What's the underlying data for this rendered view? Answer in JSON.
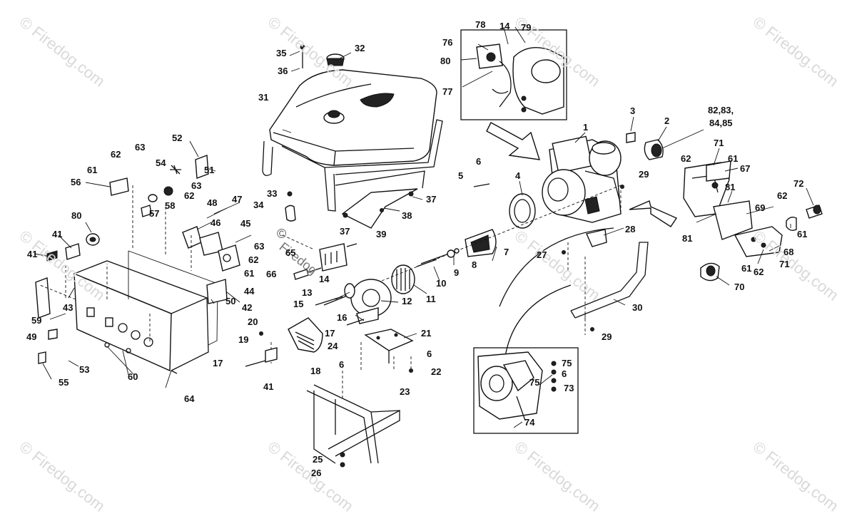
{
  "watermark": {
    "text": "© Firedog.com"
  },
  "center_watermark": {
    "line1": "©",
    "line2": "Firedog"
  },
  "part_labels": [
    "1",
    "2",
    "3",
    "4",
    "5",
    "6",
    "7",
    "8",
    "9",
    "10",
    "11",
    "12",
    "13",
    "14",
    "15",
    "16",
    "17",
    "18",
    "19",
    "20",
    "21",
    "22",
    "23",
    "24",
    "25",
    "26",
    "27",
    "28",
    "29",
    "30",
    "31",
    "32",
    "33",
    "34",
    "35",
    "36",
    "37",
    "38",
    "39",
    "41",
    "42",
    "43",
    "44",
    "45",
    "46",
    "47",
    "48",
    "49",
    "50",
    "51",
    "52",
    "53",
    "54",
    "55",
    "56",
    "57",
    "58",
    "59",
    "60",
    "61",
    "62",
    "63",
    "64",
    "65",
    "66",
    "67",
    "68",
    "69",
    "70",
    "71",
    "72",
    "73",
    "74",
    "75",
    "76",
    "77",
    "78",
    "79",
    "80",
    "81",
    "82,83,",
    "84,85"
  ]
}
